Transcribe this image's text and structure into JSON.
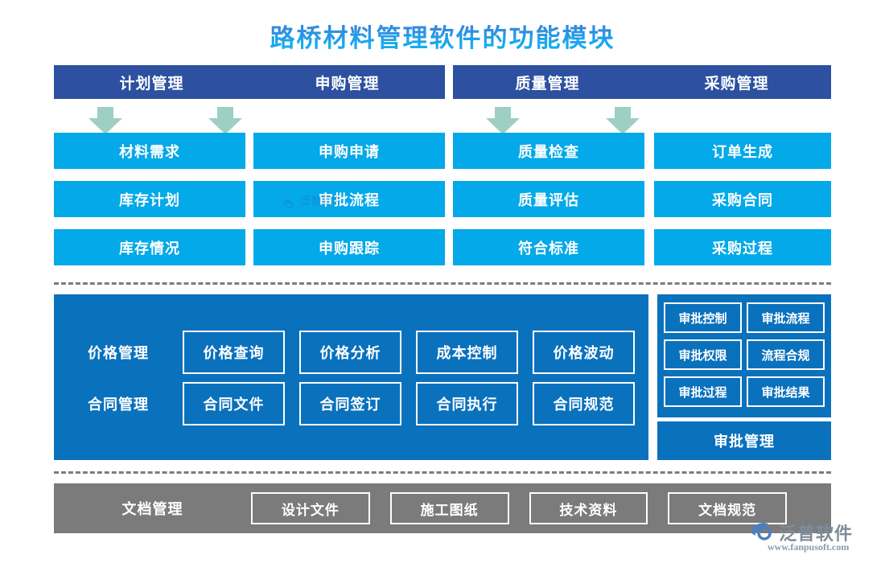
{
  "title": "路桥材料管理软件的功能模块",
  "colors": {
    "header_blue": "#2d50a0",
    "cyan": "#03a9e8",
    "panel_blue": "#0a71bd",
    "gray": "#7b7b7b",
    "arrow": "#9ecfc3",
    "dashed": "#7d7d7d"
  },
  "headers": {
    "left": [
      "计划管理",
      "申购管理"
    ],
    "right": [
      "质量管理",
      "采购管理"
    ]
  },
  "columns": [
    {
      "items": [
        "材料需求",
        "库存计划",
        "库存情况"
      ]
    },
    {
      "items": [
        "申购申请",
        "审批流程",
        "申购跟踪"
      ]
    },
    {
      "items": [
        "质量检查",
        "质量评估",
        "符合标准"
      ]
    },
    {
      "items": [
        "订单生成",
        "采购合同",
        "采购过程"
      ]
    }
  ],
  "middle": {
    "rows": [
      {
        "label": "价格管理",
        "cells": [
          "价格查询",
          "价格分析",
          "成本控制",
          "价格波动"
        ]
      },
      {
        "label": "合同管理",
        "cells": [
          "合同文件",
          "合同签订",
          "合同执行",
          "合同规范"
        ]
      }
    ]
  },
  "approval": {
    "col_left": [
      "审批控制",
      "审批权限",
      "审批过程"
    ],
    "col_right": [
      "审批流程",
      "流程合规",
      "审批结果"
    ],
    "footer_label": "审批管理"
  },
  "footer": {
    "label": "文档管理",
    "cells": [
      "设计文件",
      "施工图纸",
      "技术资料",
      "文档规范"
    ]
  },
  "logo": {
    "name": "泛普软件",
    "url": "www.fanpusoft.com"
  },
  "watermark": {
    "name": "泛普软件",
    "sub": "FANPU SOFTWARE"
  }
}
